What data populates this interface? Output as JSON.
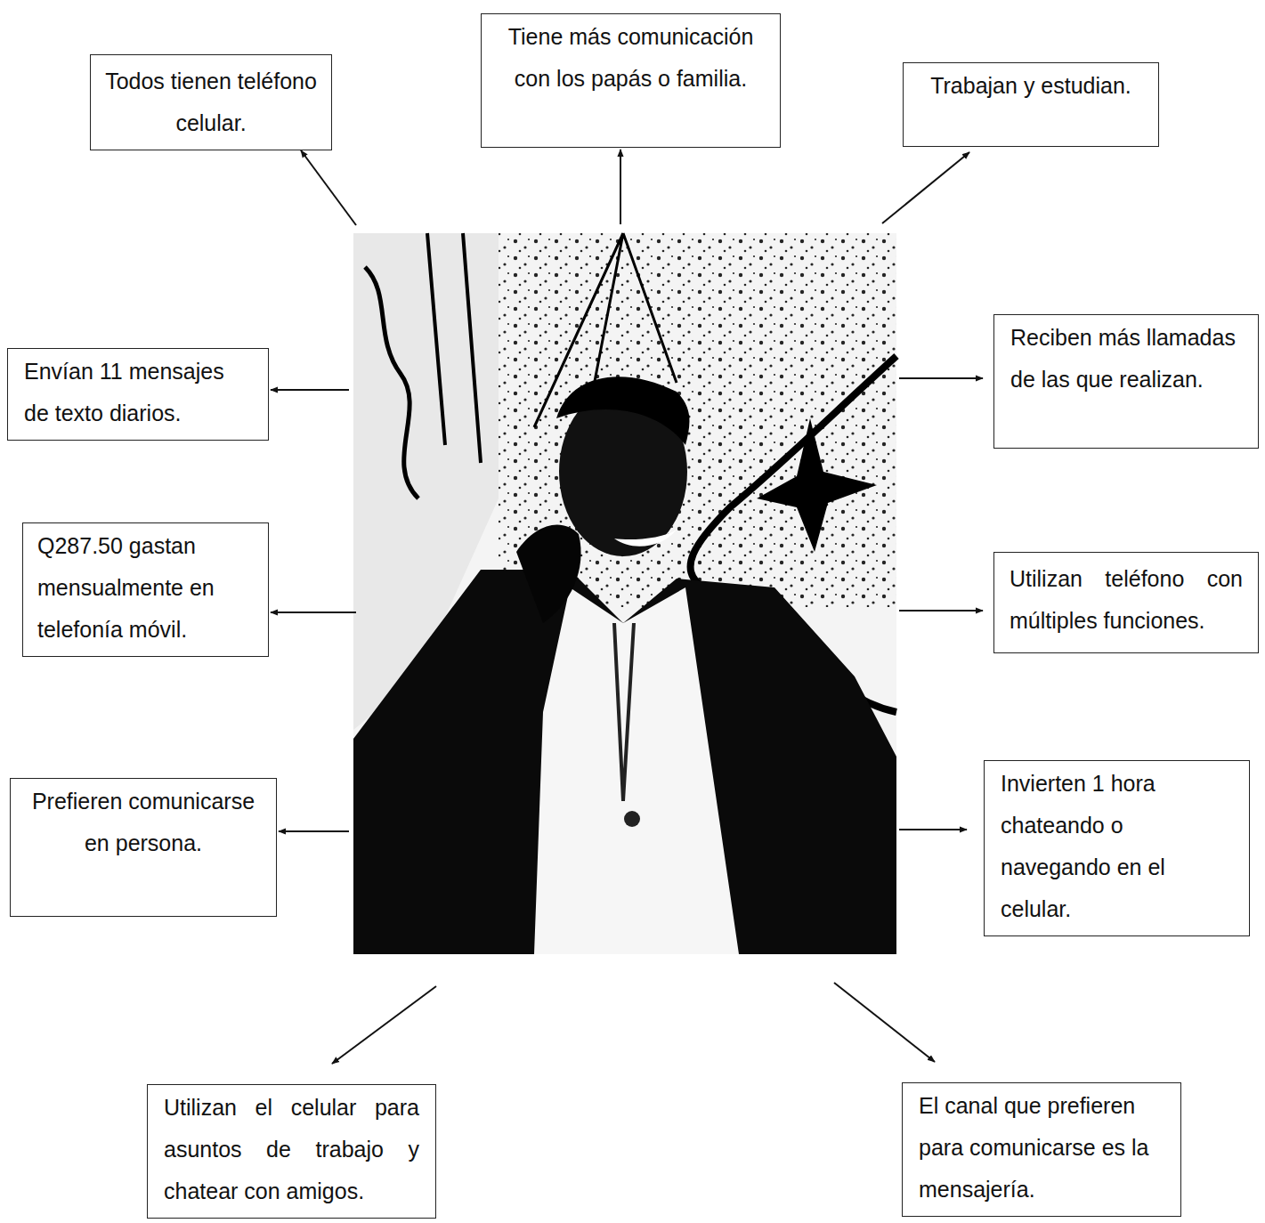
{
  "diagram": {
    "nodes": [
      {
        "text": [
          "Todos tienen teléfono celular."
        ]
      },
      {
        "text": [
          "Tiene más comunicación con los papás o familia."
        ]
      },
      {
        "text": [
          "Trabajan y estudian."
        ]
      },
      {
        "text": [
          "Envían 11 mensajes de texto diarios."
        ]
      },
      {
        "text": [
          "Reciben más llamadas de las que realizan."
        ]
      },
      {
        "text": [
          "Q287.50 gastan mensualmente en telefonía móvil."
        ]
      },
      {
        "text": [
          "Utilizan teléfono con múltiples funciones."
        ]
      },
      {
        "text": [
          "Prefieren comunicarse en persona."
        ]
      },
      {
        "text": [
          "Invierten 1 hora chateando o navegando en el celular."
        ]
      },
      {
        "text": [
          "Utilizan el celular para asuntos de trabajo y chatear con amigos."
        ]
      },
      {
        "text": [
          "El canal que prefieren para comunicarse es la mensajería."
        ]
      }
    ]
  }
}
